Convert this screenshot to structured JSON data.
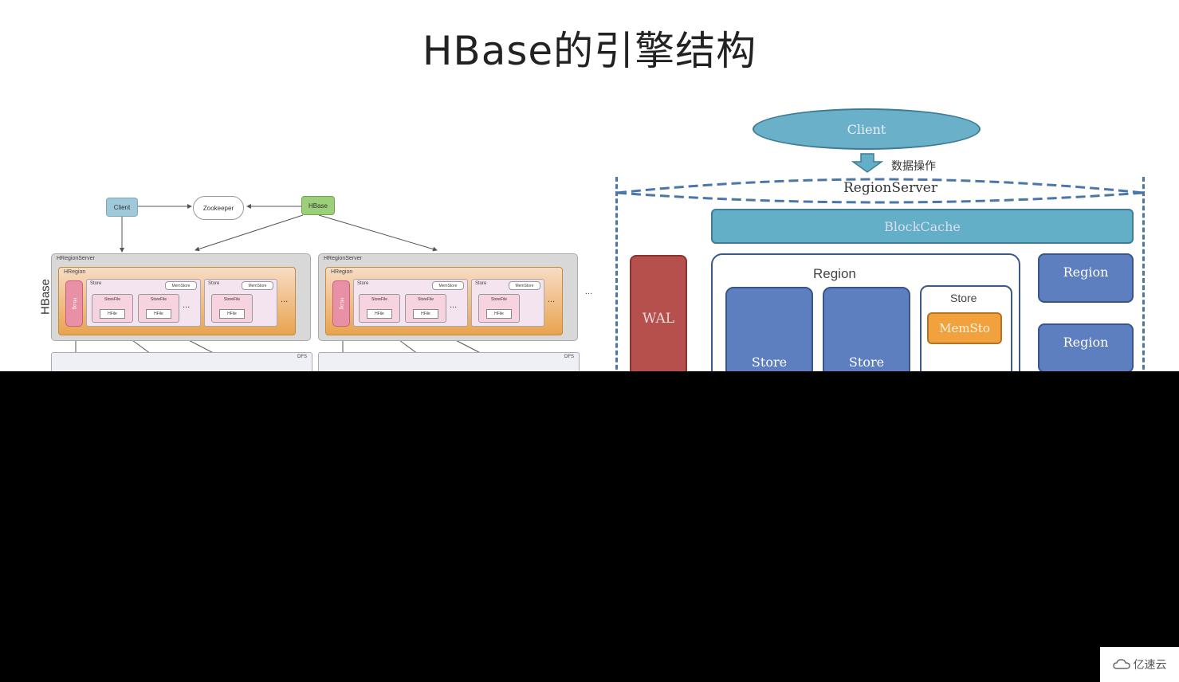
{
  "title": "HBase的引擎结构",
  "left_diagram": {
    "client": "Client",
    "zookeeper": "Zookeeper",
    "hbase_master": "HBase",
    "side_label": "HBase",
    "region_server_label": "HRegionServer",
    "region_label": "HRegion",
    "hlog": "HLog",
    "store_label": "Store",
    "memstore": "MemStore",
    "storefile": "StoreFile",
    "hfile": "HFile",
    "ellipsis": "...",
    "dfs": "DFS"
  },
  "right_diagram": {
    "client": "Client",
    "operation": "数据操作",
    "region_server": "RegionServer",
    "block_cache": "BlockCache",
    "wal": "WAL",
    "region_main": "Region",
    "store_1": "Store",
    "store_2": "Store",
    "store_3": "Store",
    "memstore": "MemSto",
    "region_side_1": "Region",
    "region_side_2": "Region"
  },
  "watermark": "亿速云"
}
